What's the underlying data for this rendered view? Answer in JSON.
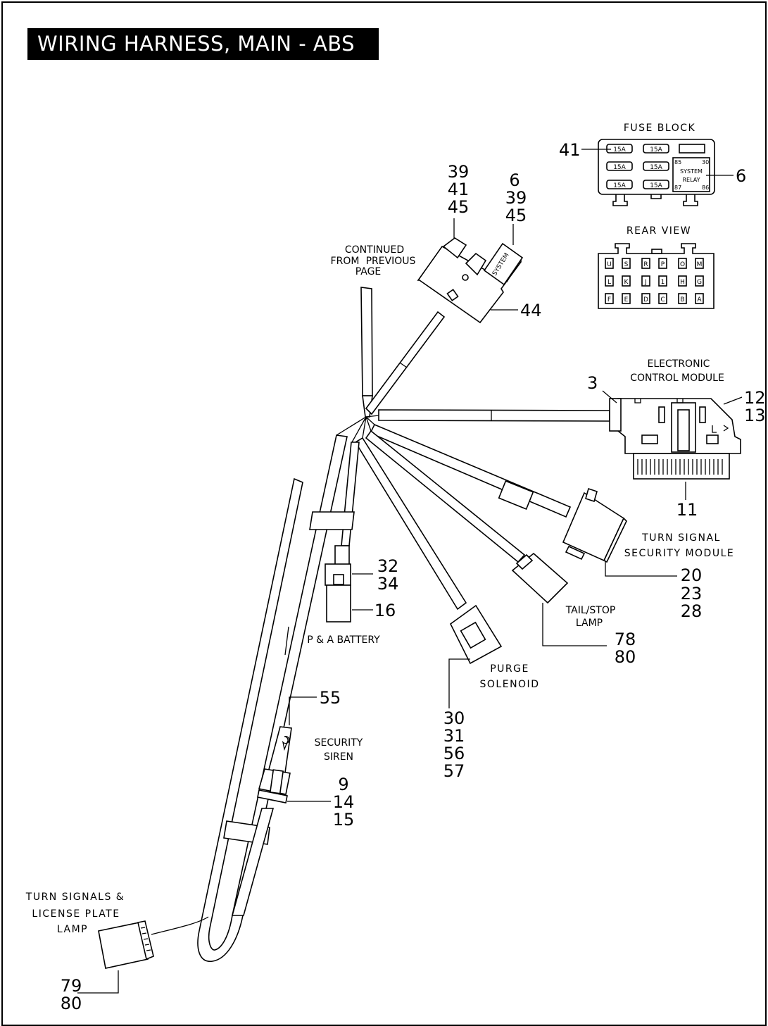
{
  "title": "WIRING HARNESS, MAIN - ABS",
  "fuse_block": {
    "heading": "FUSE BLOCK",
    "callout": "41",
    "callout_right": "6",
    "fuses": [
      "15A",
      "15A",
      "15A",
      "15A",
      "15A",
      "15A"
    ],
    "relay_label_1": "SYSTEM",
    "relay_label_2": "RELAY",
    "relay_pins": [
      "85",
      "30",
      "87",
      "86"
    ]
  },
  "rear_view": {
    "heading": "REAR VIEW",
    "rows": [
      [
        "U",
        "S",
        "R",
        "P",
        "O",
        "M"
      ],
      [
        "L",
        "K",
        "J",
        "1",
        "H",
        "G"
      ],
      [
        "F",
        "E",
        "D",
        "C",
        "B",
        "A"
      ]
    ]
  },
  "continued": [
    "CONTINUED",
    "FROM",
    "PREVIOUS",
    "PAGE"
  ],
  "callouts": {
    "c_39_41_45": [
      "39",
      "41",
      "45"
    ],
    "c_6_39_45": [
      "6",
      "39",
      "45"
    ],
    "c_44": "44",
    "system_label": "SYSTEM",
    "c_3": "3",
    "c_12_13": [
      "12",
      "13"
    ],
    "c_11": "11",
    "c_20_23_28": [
      "20",
      "23",
      "28"
    ],
    "c_32_34": [
      "32",
      "34"
    ],
    "c_16": "16",
    "c_78_80": [
      "78",
      "80"
    ],
    "c_30_31_56_57": [
      "30",
      "31",
      "56",
      "57"
    ],
    "c_55": "55",
    "c_9_14_15": [
      "9",
      "14",
      "15"
    ],
    "c_79_80": [
      "79",
      "80"
    ]
  },
  "labels": {
    "ecm": [
      "ELECTRONIC",
      "CONTROL MODULE"
    ],
    "turn_signal_security": [
      "TURN SIGNAL",
      "SECURITY MODULE"
    ],
    "tail_stop": [
      "TAIL/STOP",
      "LAMP"
    ],
    "purge": [
      "PURGE",
      "SOLENOID"
    ],
    "pa_battery": "P & A BATTERY",
    "siren": [
      "SECURITY",
      "SIREN"
    ],
    "turn_signals_license": [
      "TURN SIGNALS &",
      "LICENSE PLATE",
      "LAMP"
    ]
  }
}
